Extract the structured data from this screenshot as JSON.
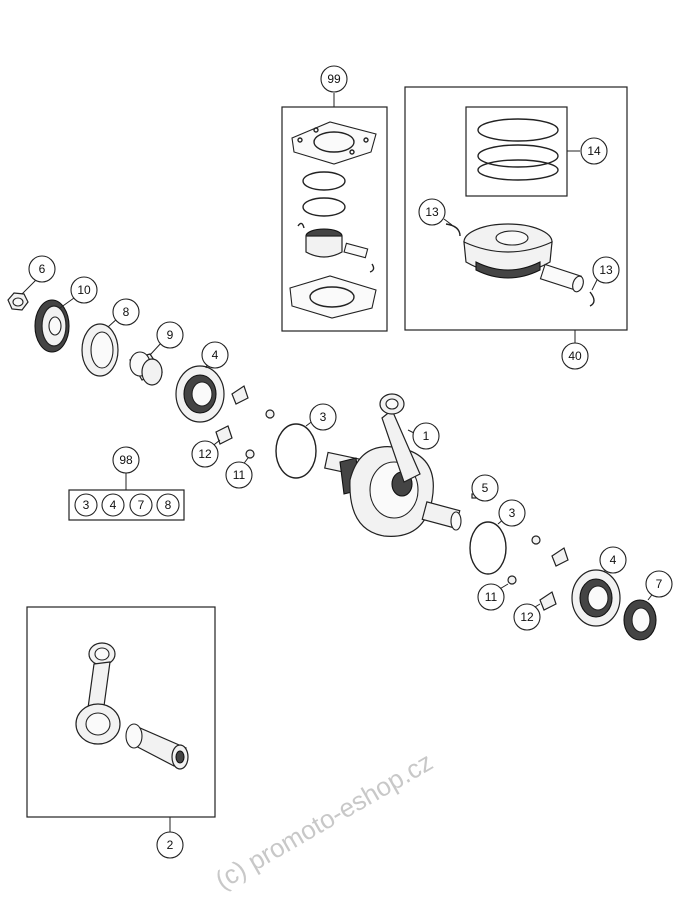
{
  "callouts": {
    "c99": "99",
    "c14": "14",
    "c13a": "13",
    "c13b": "13",
    "c40": "40",
    "c6": "6",
    "c10": "10",
    "c8": "8",
    "c9": "9",
    "c4a": "4",
    "c3a": "3",
    "c1": "1",
    "c12a": "12",
    "c11a": "11",
    "c98": "98",
    "c5": "5",
    "c3b": "3",
    "c4b": "4",
    "c7": "7",
    "c11b": "11",
    "c12b": "12",
    "c2": "2"
  },
  "kit98": [
    "3",
    "4",
    "7",
    "8"
  ],
  "watermark": "(c) promoto-eshop.cz",
  "colors": {
    "line": "#222222",
    "watermark": "#c8c8c8"
  }
}
